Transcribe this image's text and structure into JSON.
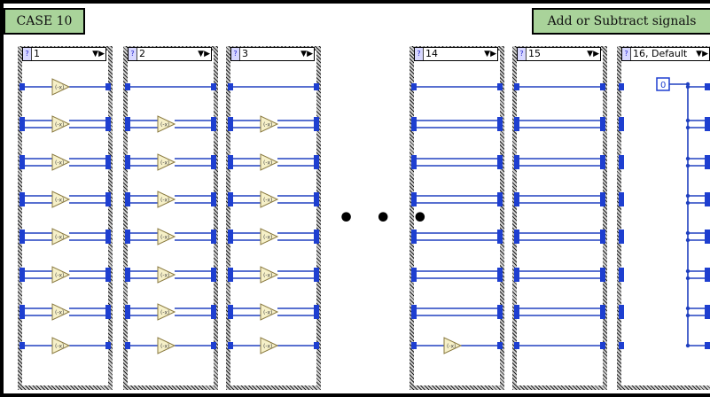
{
  "case_label": "CASE 10",
  "title": "Add or Subtract signals",
  "ellipsis": "• • •",
  "selectors": [
    "1",
    "2",
    "3",
    "14",
    "15",
    "16, Default"
  ],
  "constant_value": "0",
  "negate_symbol": "(-x)",
  "colors": {
    "wire": "#2040c0",
    "terminal": "#1e3fd0",
    "negate_fill": "#f6f0c8",
    "label_bg": "#a9d39a"
  }
}
